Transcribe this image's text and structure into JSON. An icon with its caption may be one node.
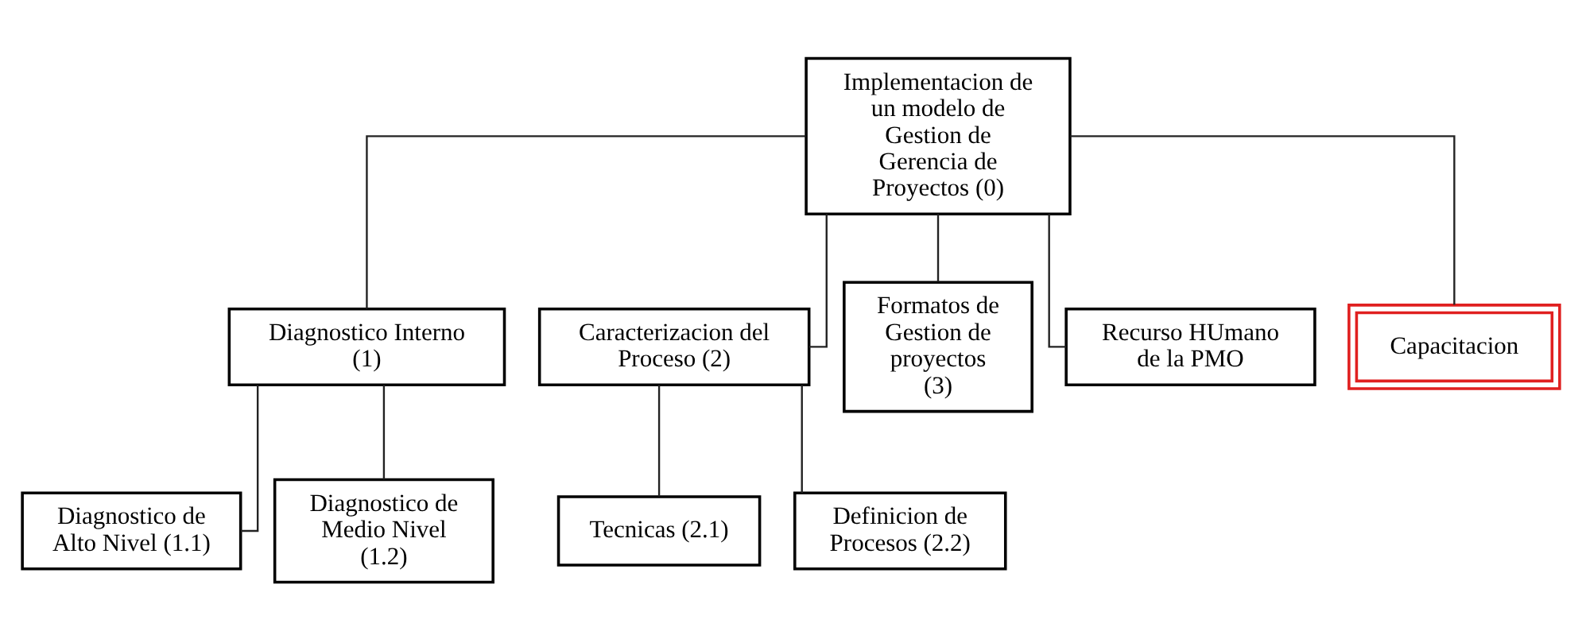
{
  "diagram": {
    "nodes": [
      {
        "text": [
          "Implementacion de un modelo de Gestion de Gerencia de Proyectos (0)"
        ]
      },
      {
        "text": [
          "Diagnostico Interno (1)"
        ]
      },
      {
        "text": [
          "Caracterizacion del Proceso (2)"
        ]
      },
      {
        "text": [
          "Formatos de Gestion de proyectos (3)"
        ]
      },
      {
        "text": [
          "Recurso HUmano de la PMO"
        ]
      },
      {
        "text": [
          "Capacitacion"
        ]
      },
      {
        "text": [
          "Diagnostico de Alto Nivel (1.1)"
        ]
      },
      {
        "text": [
          "Diagnostico de Medio Nivel (1.2)"
        ]
      },
      {
        "text": [
          "Tecnicas (2.1)"
        ]
      },
      {
        "text": [
          "Definicion de Procesos (2.2)"
        ]
      }
    ],
    "edges": [
      {
        "from": 0,
        "to": 1,
        "arrow": "none"
      },
      {
        "from": 0,
        "to": 2,
        "arrow": "none"
      },
      {
        "from": 0,
        "to": 3,
        "arrow": "none"
      },
      {
        "from": 0,
        "to": 4,
        "arrow": "none"
      },
      {
        "from": 0,
        "to": 5,
        "arrow": "none"
      },
      {
        "from": 1,
        "to": 6,
        "arrow": "none"
      },
      {
        "from": 1,
        "to": 7,
        "arrow": "none"
      },
      {
        "from": 2,
        "to": 8,
        "arrow": "none"
      },
      {
        "from": 2,
        "to": 9,
        "arrow": "none"
      }
    ]
  }
}
